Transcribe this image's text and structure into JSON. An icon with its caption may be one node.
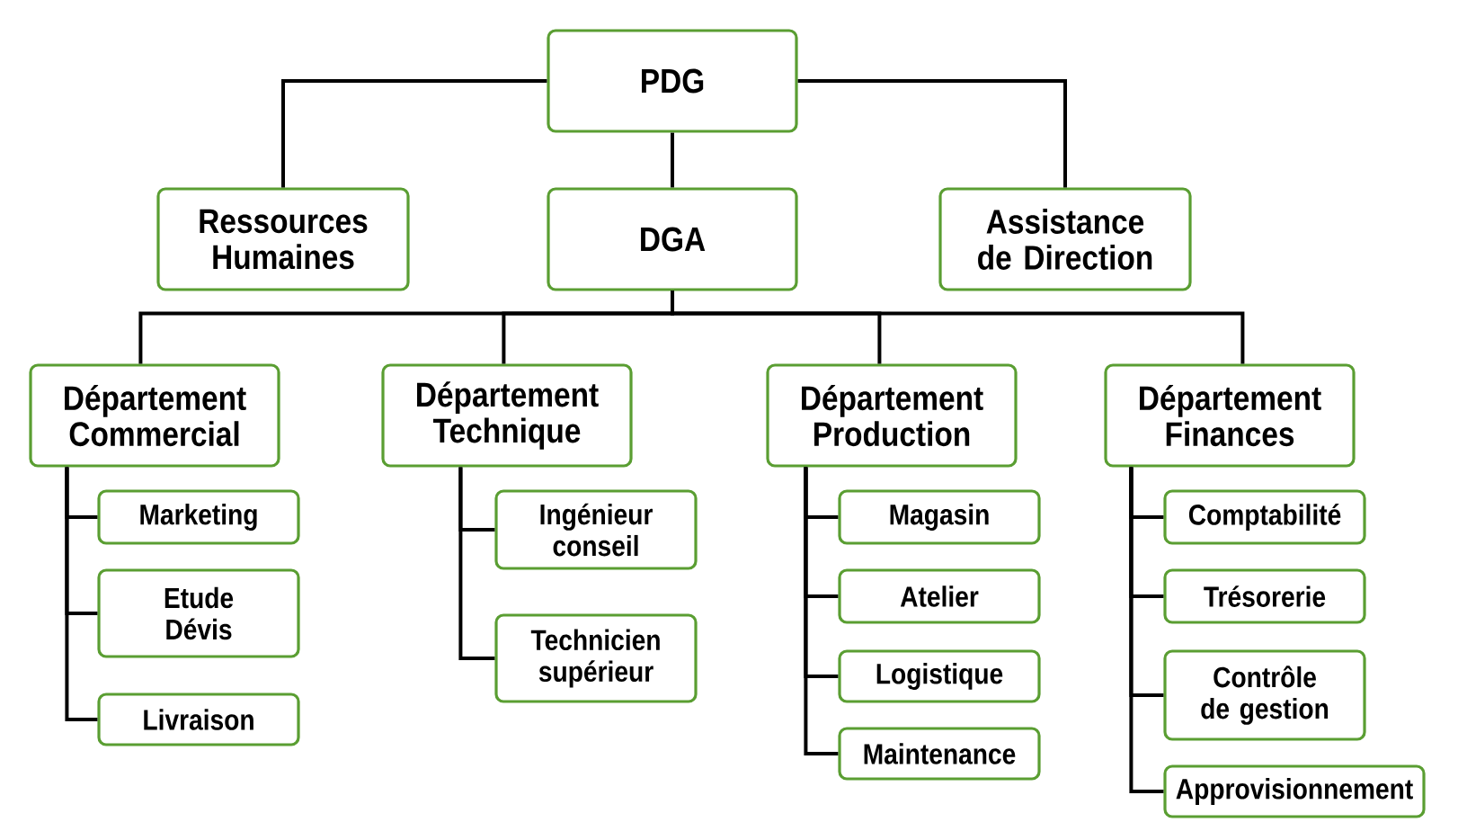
{
  "diagram": {
    "nodes": [
      {
        "text": [
          "PDG"
        ]
      },
      {
        "text": [
          "Ressources Humaines"
        ]
      },
      {
        "text": [
          "DGA"
        ]
      },
      {
        "text": [
          "Assistance de Direction"
        ]
      },
      {
        "text": [
          "Département Commercial"
        ]
      },
      {
        "text": [
          "Département Technique"
        ]
      },
      {
        "text": [
          "Département Production"
        ]
      },
      {
        "text": [
          "Département Finances"
        ]
      },
      {
        "text": [
          "Marketing"
        ]
      },
      {
        "text": [
          "Etude Dévis"
        ]
      },
      {
        "text": [
          "Livraison"
        ]
      },
      {
        "text": [
          "Ingénieur conseil"
        ]
      },
      {
        "text": [
          "Technicien supérieur"
        ]
      },
      {
        "text": [
          "Magasin"
        ]
      },
      {
        "text": [
          "Atelier"
        ]
      },
      {
        "text": [
          "Logistique"
        ]
      },
      {
        "text": [
          "Maintenance"
        ]
      },
      {
        "text": [
          "Comptabilité"
        ]
      },
      {
        "text": [
          "Trésorerie"
        ]
      },
      {
        "text": [
          "Contrôle de gestion"
        ]
      },
      {
        "text": [
          "Approvisionnement"
        ]
      }
    ],
    "edges": [
      {
        "from": 0,
        "to": 1,
        "arrow": "none"
      },
      {
        "from": 0,
        "to": 2,
        "arrow": "none"
      },
      {
        "from": 0,
        "to": 3,
        "arrow": "none"
      },
      {
        "from": 2,
        "to": 4,
        "arrow": "none"
      },
      {
        "from": 2,
        "to": 5,
        "arrow": "none"
      },
      {
        "from": 2,
        "to": 6,
        "arrow": "none"
      },
      {
        "from": 2,
        "to": 7,
        "arrow": "none"
      },
      {
        "from": 4,
        "to": 8,
        "arrow": "none"
      },
      {
        "from": 4,
        "to": 9,
        "arrow": "none"
      },
      {
        "from": 4,
        "to": 10,
        "arrow": "none"
      },
      {
        "from": 5,
        "to": 11,
        "arrow": "none"
      },
      {
        "from": 5,
        "to": 12,
        "arrow": "none"
      },
      {
        "from": 6,
        "to": 13,
        "arrow": "none"
      },
      {
        "from": 6,
        "to": 14,
        "arrow": "none"
      },
      {
        "from": 6,
        "to": 15,
        "arrow": "none"
      },
      {
        "from": 6,
        "to": 16,
        "arrow": "none"
      },
      {
        "from": 7,
        "to": 17,
        "arrow": "none"
      },
      {
        "from": 7,
        "to": 18,
        "arrow": "none"
      },
      {
        "from": 7,
        "to": 19,
        "arrow": "none"
      },
      {
        "from": 7,
        "to": 20,
        "arrow": "none"
      }
    ]
  }
}
